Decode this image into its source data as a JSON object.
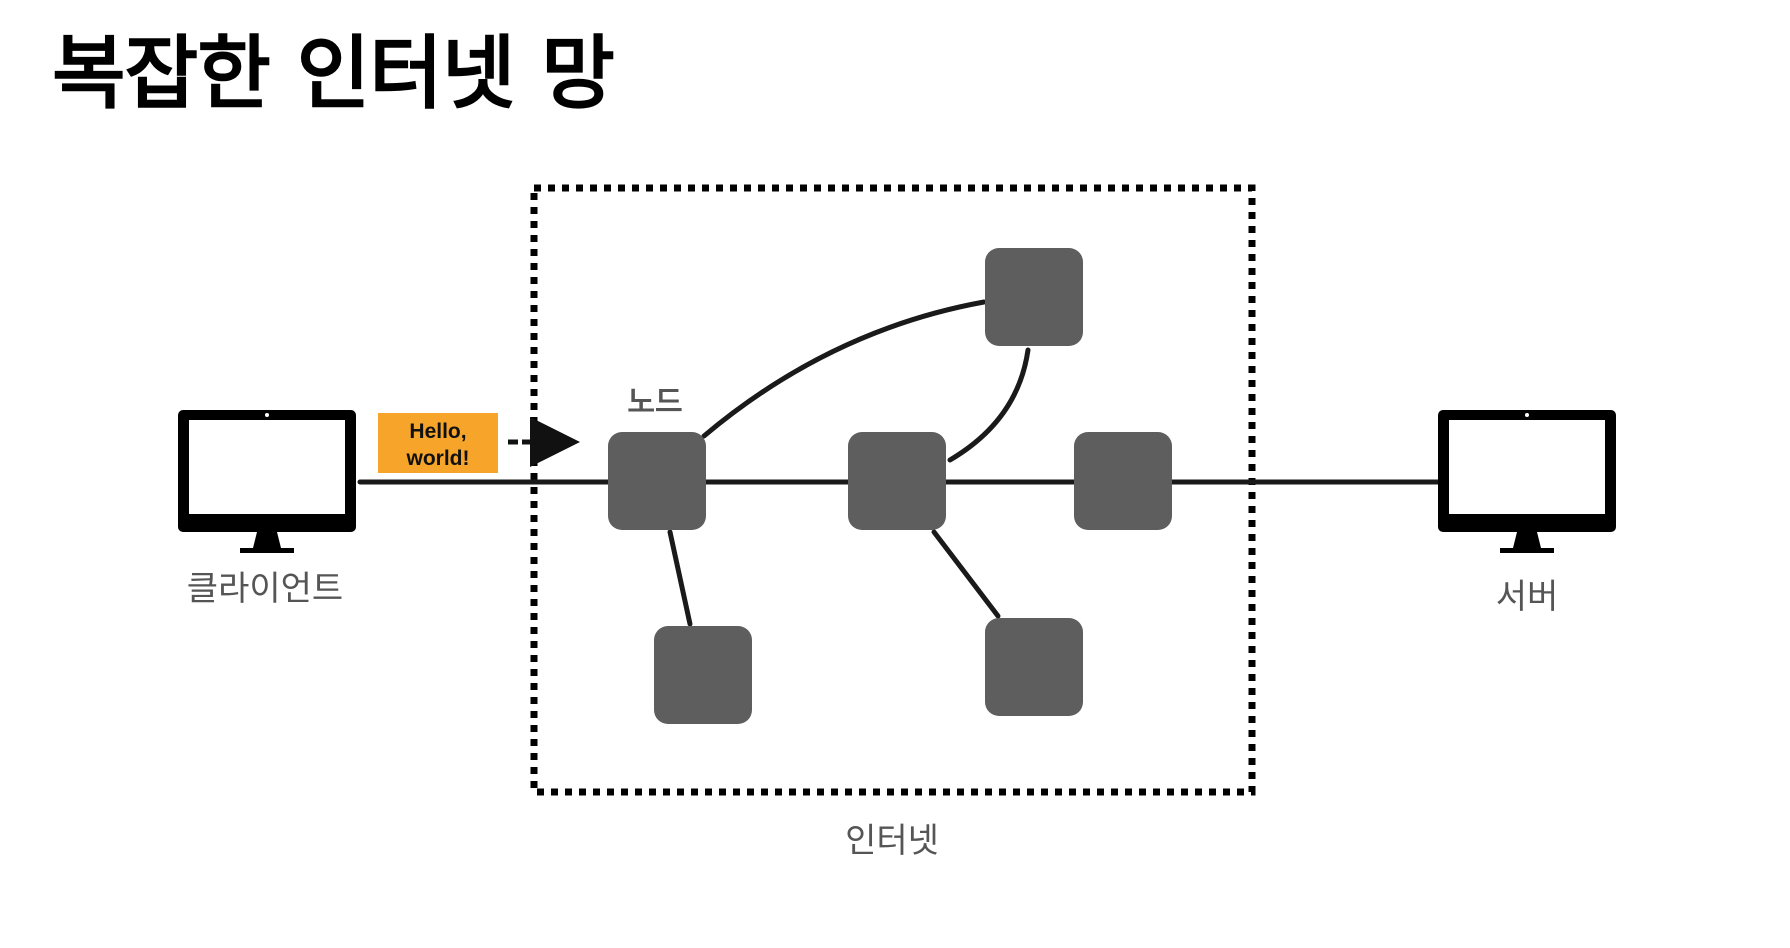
{
  "title": "복잡한 인터넷 망",
  "client": {
    "label": "클라이언트"
  },
  "server": {
    "label": "서버"
  },
  "internet": {
    "label": "인터넷"
  },
  "node_label": "노드",
  "message": {
    "line1": "Hello,",
    "line2": "world!",
    "color": "#f6a52a"
  },
  "colors": {
    "node": "#5e5e5e",
    "text_gray": "#555555",
    "line": "#1a1a1a"
  }
}
